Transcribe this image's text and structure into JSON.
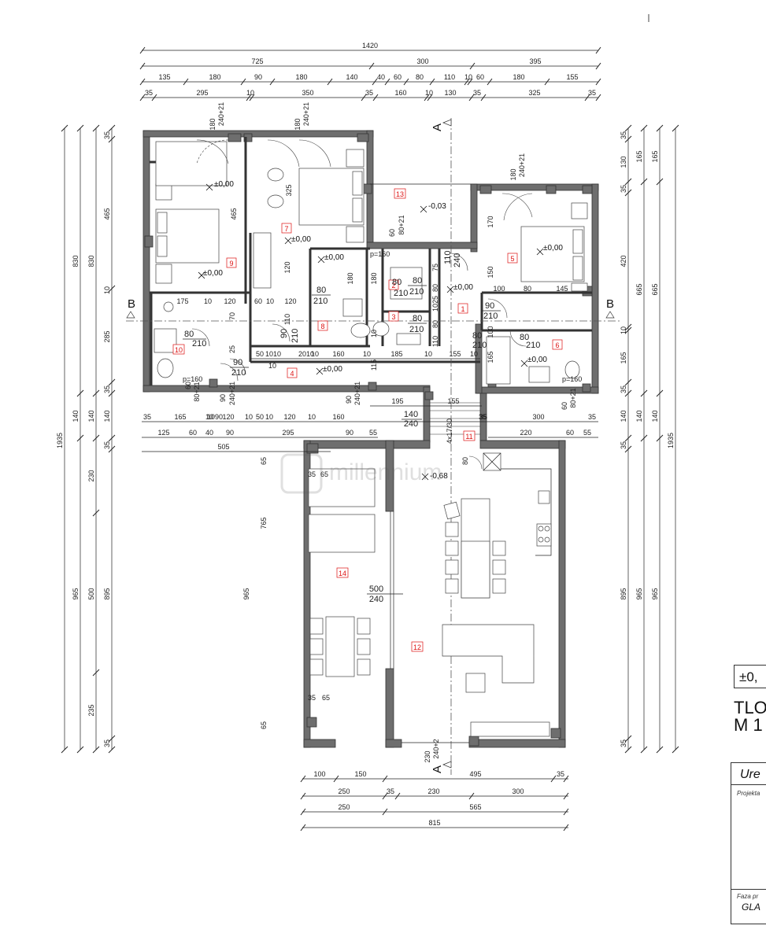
{
  "top_dims": {
    "overall": "1420",
    "row1": [
      "725",
      "300",
      "395"
    ],
    "row2": [
      "135",
      "180",
      "90",
      "180",
      "140",
      "40",
      "60",
      "80",
      "110",
      "10",
      "60",
      "180",
      "155"
    ],
    "row3": [
      "35",
      "295",
      "10",
      "350",
      "35",
      "160",
      "10",
      "130",
      "35",
      "325",
      "35"
    ]
  },
  "left_dims": {
    "overall": "1935",
    "outer": [
      "830",
      "140",
      "965"
    ],
    "middle": [
      "35",
      "465",
      "10",
      "285",
      "35",
      "140",
      "35",
      "230",
      "500",
      "235",
      "35"
    ],
    "inner": [
      "830",
      "140",
      "895"
    ]
  },
  "right_dims": {
    "overall": "1935",
    "outer": [
      "35",
      "165",
      "665",
      "140",
      "965"
    ],
    "inner": [
      "165",
      "895"
    ],
    "small": [
      "35",
      "130",
      "35",
      "420",
      "10",
      "165",
      "35",
      "140",
      "35",
      "895",
      "35"
    ]
  },
  "bottom_dims": {
    "row1": [
      "100",
      "150",
      "495",
      "35"
    ],
    "row2": [
      "250",
      "35",
      "230",
      "300"
    ],
    "row3": [
      "250",
      "565"
    ],
    "overall": "815"
  },
  "mid_dims": {
    "under_bedrooms": [
      "35",
      "165",
      "10",
      "90",
      "10",
      "120",
      "10",
      "50",
      "10",
      "120",
      "10",
      "160",
      "35"
    ],
    "second_row": [
      "125",
      "60",
      "40",
      "90",
      "295",
      "90",
      "55"
    ],
    "third_row": "505",
    "right_mid": [
      "300",
      "35",
      "220",
      "60",
      "55"
    ],
    "corridor": [
      "195",
      "155",
      "35"
    ],
    "opening": [
      "140",
      "240"
    ],
    "center": [
      "500",
      "240"
    ],
    "under_rooms": [
      "50",
      "10",
      "20",
      "10",
      "10",
      "160",
      "10",
      "185",
      "10",
      "155",
      "10",
      "115",
      "10"
    ]
  },
  "rooms": [
    "1",
    "2",
    "3",
    "4",
    "5",
    "6",
    "7",
    "8",
    "9",
    "10",
    "11",
    "12",
    "13",
    "14"
  ],
  "levels": [
    "±0,00",
    "±0,00",
    "±0,00",
    "±0,00",
    "±0,00",
    "±0,00",
    "±0,00",
    "-0,03",
    "±0,00",
    "-0,68"
  ],
  "openings": [
    "180",
    "240+21",
    "180",
    "240+21",
    "180",
    "240+21",
    "60",
    "80+21",
    "90",
    "240+21",
    "60",
    "80+21",
    "60",
    "80+21",
    "90",
    "240+21"
  ],
  "door_sizes": [
    "80",
    "210",
    "80",
    "210",
    "80",
    "210",
    "80",
    "210",
    "80",
    "210",
    "90",
    "210",
    "90",
    "210",
    "90",
    "210",
    "80",
    "210",
    "80",
    "210",
    "110",
    "240"
  ],
  "inner_dims": [
    "465",
    "325",
    "70",
    "25",
    "110",
    "120",
    "180",
    "75",
    "80",
    "150",
    "170",
    "100",
    "80",
    "145",
    "165",
    "100",
    "1025",
    "80",
    "110",
    "10",
    "180",
    "175",
    "120",
    "60",
    "10",
    "120",
    "10",
    "10",
    "765",
    "965",
    "65",
    "35",
    "65",
    "35",
    "65",
    "65",
    "230",
    "240+2",
    "4x17/30",
    "80",
    "p=160",
    "p=160",
    "p=160"
  ],
  "section_markers": [
    "A",
    "A",
    "B",
    "B"
  ],
  "title_block": {
    "level": "±0,",
    "title_line1": "TLO",
    "title_line2": "M 1",
    "office": "Ure",
    "project_label": "Projekta",
    "phase_label": "Faza pr",
    "phase_value": "GLA"
  },
  "watermark": "millennium"
}
